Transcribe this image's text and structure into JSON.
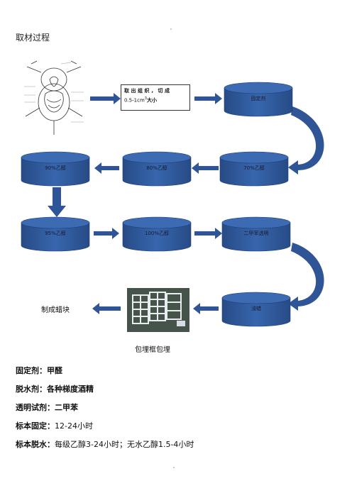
{
  "page": {
    "title": "取材过程"
  },
  "diagram": {
    "anatomy_caption": "",
    "step_box": {
      "line1": "取出组织，切成",
      "line2_prefix": "0.5-1cm",
      "line2_sup": "3",
      "line2_suffix": "大小"
    },
    "cylinders": [
      {
        "id": "fix",
        "label": "固定剂"
      },
      {
        "id": "e70",
        "label": "70%乙醇"
      },
      {
        "id": "e80",
        "label": "80%乙醇"
      },
      {
        "id": "e90",
        "label": "90%乙醇"
      },
      {
        "id": "e95",
        "label": "95%乙醇"
      },
      {
        "id": "e100",
        "label": "100%乙醇"
      },
      {
        "id": "xylene",
        "label": "二甲苯透明"
      },
      {
        "id": "wax",
        "label": "浸蜡"
      }
    ],
    "wax_block_label": "制成蜡块",
    "cassette_caption": "包埋框包埋"
  },
  "notes": [
    {
      "label": "固定剂：",
      "value": "甲醛"
    },
    {
      "label": "脱水剂：",
      "value": "各种梯度酒精"
    },
    {
      "label": "透明试剂：",
      "value": "二甲苯"
    },
    {
      "label": "标本固定：",
      "value": "12-24小时"
    },
    {
      "label": "标本脱水：",
      "value": "每级乙醇3-24小时；无水乙醇1.5-4小时"
    }
  ],
  "colors": {
    "cylinder_fill": "#2f5597",
    "cylinder_top": "#3d6bb3",
    "cylinder_edge": "#1f3f73",
    "arrow": "#2f5597"
  }
}
